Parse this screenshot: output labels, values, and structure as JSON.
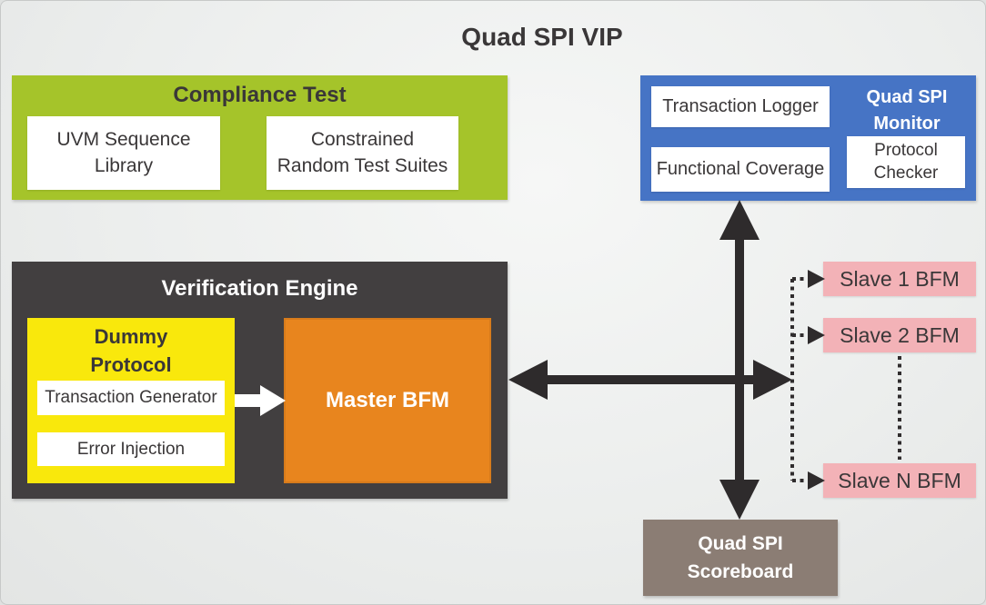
{
  "title": "Quad SPI VIP",
  "colors": {
    "bg-start": "#f6f7f6",
    "bg-mid": "#eceeed",
    "bg-end": "#e3e5e4",
    "green": "#a5c42a",
    "blue": "#4674c5",
    "dark-gray": "#423f40",
    "yellow": "#f9e80c",
    "orange": "#e8851e",
    "pink": "#f3b2b7",
    "taupe": "#8b7d74",
    "arrow": "#2e2b2c",
    "text-dark": "#3a3738",
    "white": "#ffffff"
  },
  "compliance": {
    "title": "Compliance Test",
    "uvm_library": {
      "line1": "UVM Sequence",
      "line2": "Library"
    },
    "random_suites": {
      "line1": "Constrained",
      "line2": "Random Test Suites"
    }
  },
  "monitor": {
    "title": {
      "line1": "Quad SPI",
      "line2": "Monitor"
    },
    "transaction_logger": "Transaction Logger",
    "functional_coverage": "Functional Coverage",
    "protocol_checker": {
      "line1": "Protocol",
      "line2": "Checker"
    }
  },
  "engine": {
    "title": "Verification Engine",
    "dummy_protocol": {
      "title": {
        "line1": "Dummy",
        "line2": "Protocol"
      },
      "transaction_generator": "Transaction Generator",
      "error_injection": "Error Injection"
    },
    "master_bfm": "Master BFM"
  },
  "slaves": [
    "Slave 1 BFM",
    "Slave 2 BFM",
    "Slave N BFM"
  ],
  "scoreboard": {
    "line1": "Quad SPI",
    "line2": "Scoreboard"
  }
}
